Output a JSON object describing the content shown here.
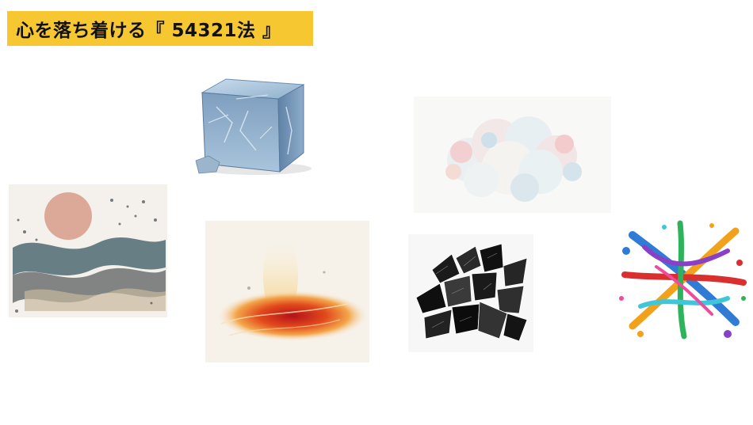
{
  "title": "心を落ち着ける『 54321法 』",
  "colors": {
    "banner": "#f6c731",
    "title_text": "#111111",
    "background": "#ffffff"
  },
  "illustrations": [
    {
      "name": "ice-cube-illustration",
      "subject": "watercolor blue ice cube"
    },
    {
      "name": "cloud-illustration",
      "subject": "pastel watercolor cloud"
    },
    {
      "name": "sand-waves-illustration",
      "subject": "stippled waves with pink sun"
    },
    {
      "name": "fire-illustration",
      "subject": "red and orange watercolor flame"
    },
    {
      "name": "black-rocks-illustration",
      "subject": "shattered black shards"
    },
    {
      "name": "paint-splash-illustration",
      "subject": "colorful paint splash"
    }
  ]
}
